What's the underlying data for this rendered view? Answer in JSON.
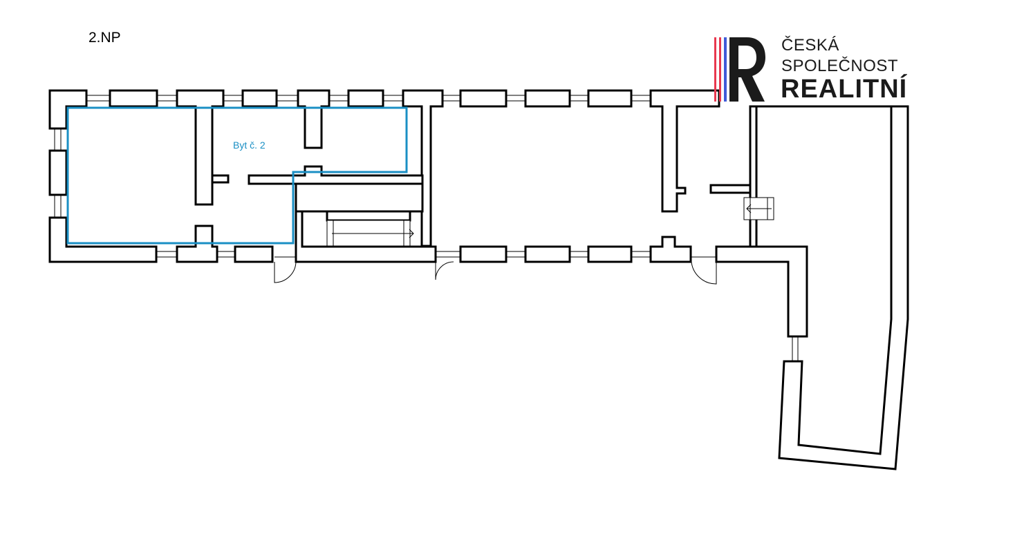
{
  "floor_label": "2.NP",
  "unit_label": "Byt č. 2",
  "logo": {
    "mark": "R",
    "line1": "ČESKÁ",
    "line2": "SPOLEČNOST",
    "line3": "REALITNÍ",
    "stripe_colors": [
      "#e8384f",
      "#3f5bd8"
    ]
  },
  "colors": {
    "unit_outline": "#1a8fc4",
    "wall": "#000000",
    "text": "#1b1b1b"
  }
}
